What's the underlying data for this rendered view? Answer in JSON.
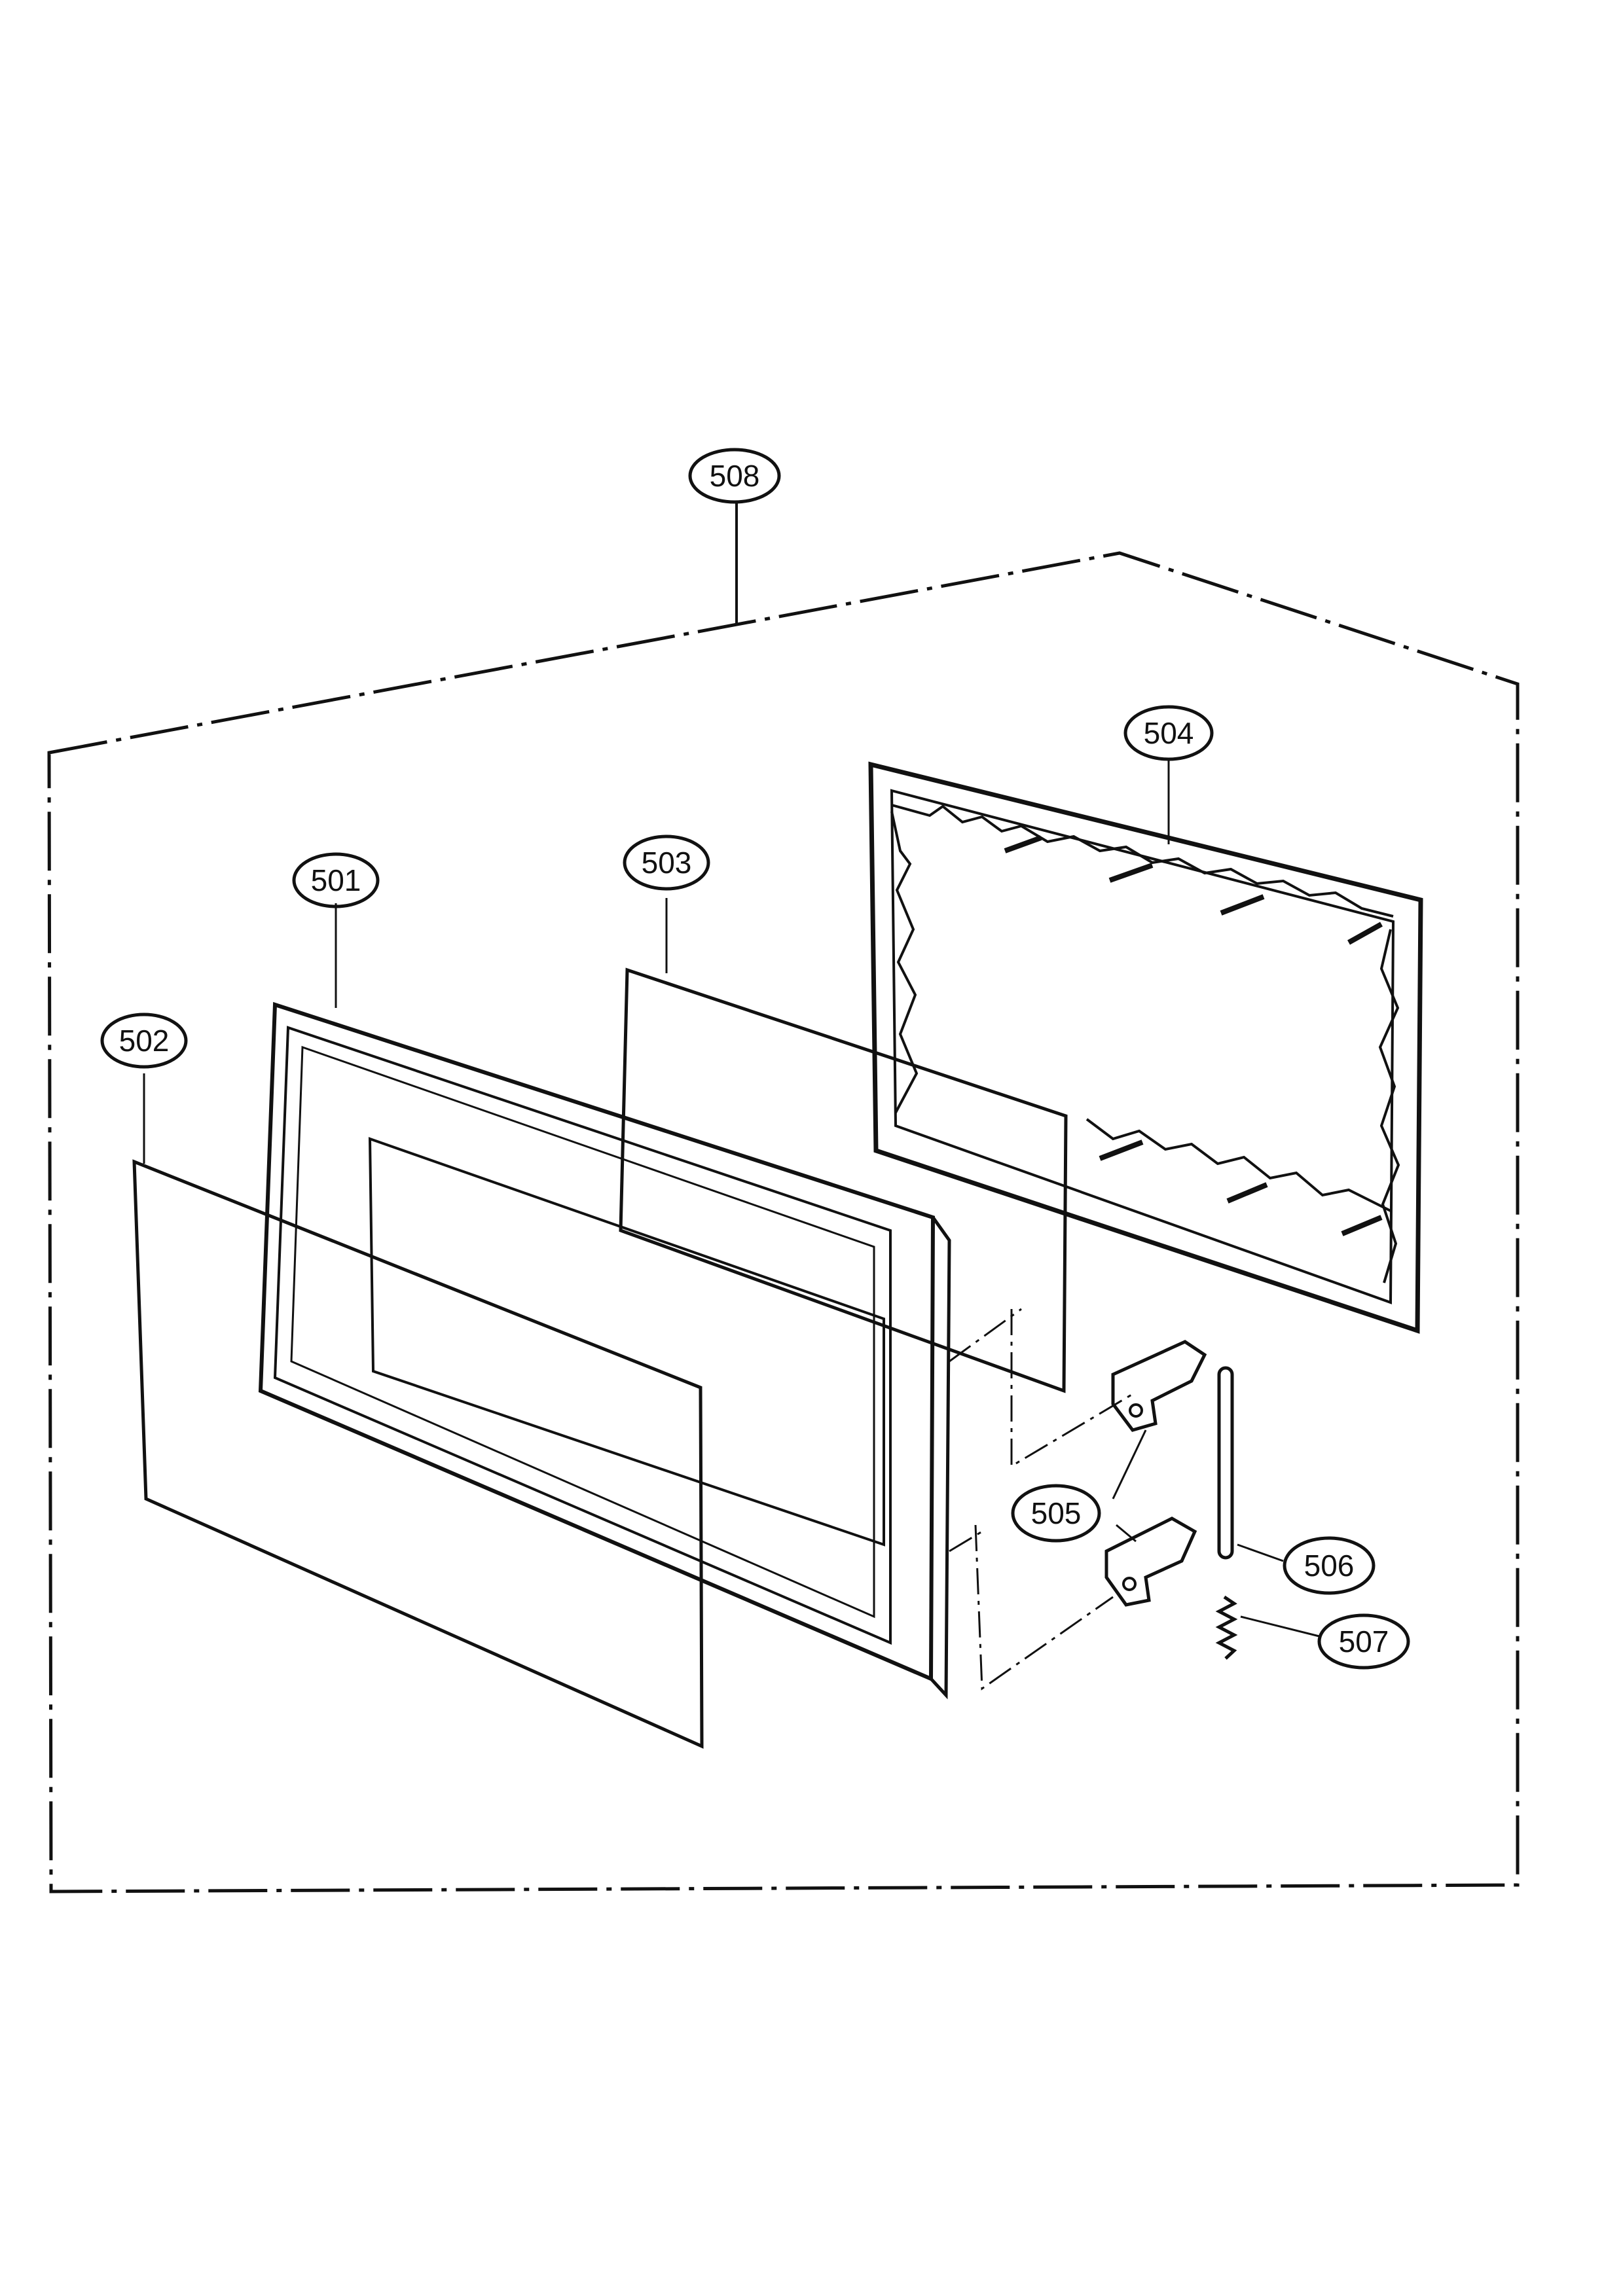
{
  "callouts": [
    {
      "id": "c508",
      "number": "508"
    },
    {
      "id": "c504",
      "number": "504"
    },
    {
      "id": "c503",
      "number": "503"
    },
    {
      "id": "c501",
      "number": "501"
    },
    {
      "id": "c502",
      "number": "502"
    },
    {
      "id": "c505",
      "number": "505"
    },
    {
      "id": "c506",
      "number": "506"
    },
    {
      "id": "c507",
      "number": "507"
    }
  ],
  "colors": {
    "ink": "#111111",
    "paper": "#ffffff"
  }
}
